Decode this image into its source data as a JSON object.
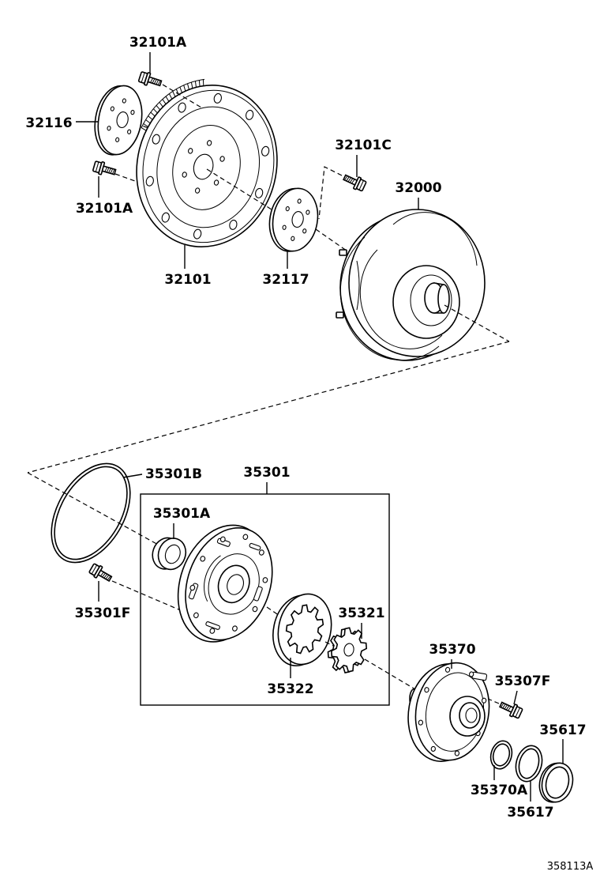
{
  "callouts": {
    "bolt_upper": "32101A",
    "plate_front": "32116",
    "bolt_converter": "32101C",
    "torque_converter": "32000",
    "bolt_lower": "32101A",
    "drive_plate": "32101",
    "plate_rear": "32117",
    "o_ring": "35301B",
    "oil_pump_assy": "35301",
    "oil_seal": "35301A",
    "gear_small": "35321",
    "pump_bolt": "35301F",
    "stator_shaft": "35370",
    "stator_bolt": "35307F",
    "gear_large": "35322",
    "ring_outer": "35617",
    "ring_inner": "35370A",
    "ring_middle": "35617"
  },
  "figure_code": "358113A"
}
